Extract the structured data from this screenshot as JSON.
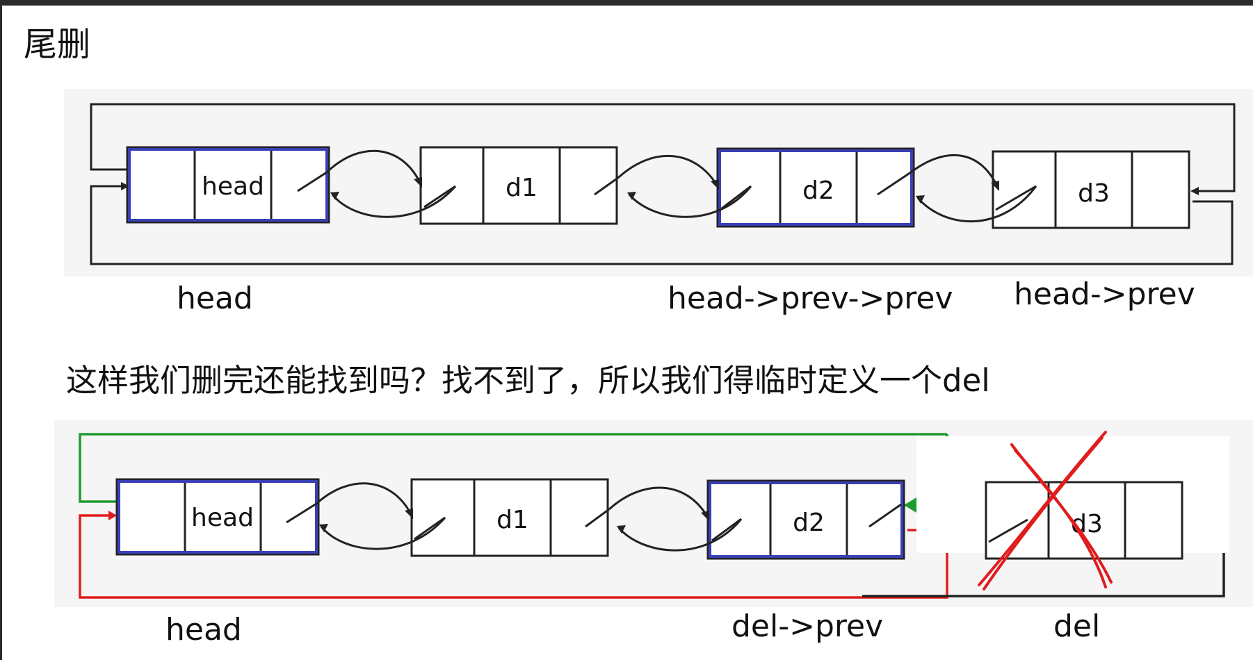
{
  "section_title": "尾删",
  "diagram1": {
    "nodes": [
      {
        "label": "head",
        "highlighted": true
      },
      {
        "label": "d1",
        "highlighted": false
      },
      {
        "label": "d2",
        "highlighted": true
      },
      {
        "label": "d3",
        "highlighted": false
      }
    ],
    "captions": {
      "head": "head",
      "prev_prev": "head->prev->prev",
      "prev": "head->prev"
    }
  },
  "question": "这样我们删完还能找到吗？找不到了，所以我们得临时定义一个del",
  "diagram2": {
    "nodes": [
      {
        "label": "head",
        "highlighted": true
      },
      {
        "label": "d1",
        "highlighted": false
      },
      {
        "label": "d2",
        "highlighted": true
      },
      {
        "label": "d3",
        "highlighted": false,
        "crossed_out": true
      }
    ],
    "captions": {
      "head": "head",
      "del_prev": "del->prev",
      "del": "del"
    }
  },
  "colors": {
    "node_border": "#222222",
    "highlight": "#3a3fb5",
    "new_prev_link": "#1e9b2f",
    "new_next_link": "#e01c1c",
    "cross": "#e01c1c",
    "panel_bg": "#f5f5f6"
  }
}
